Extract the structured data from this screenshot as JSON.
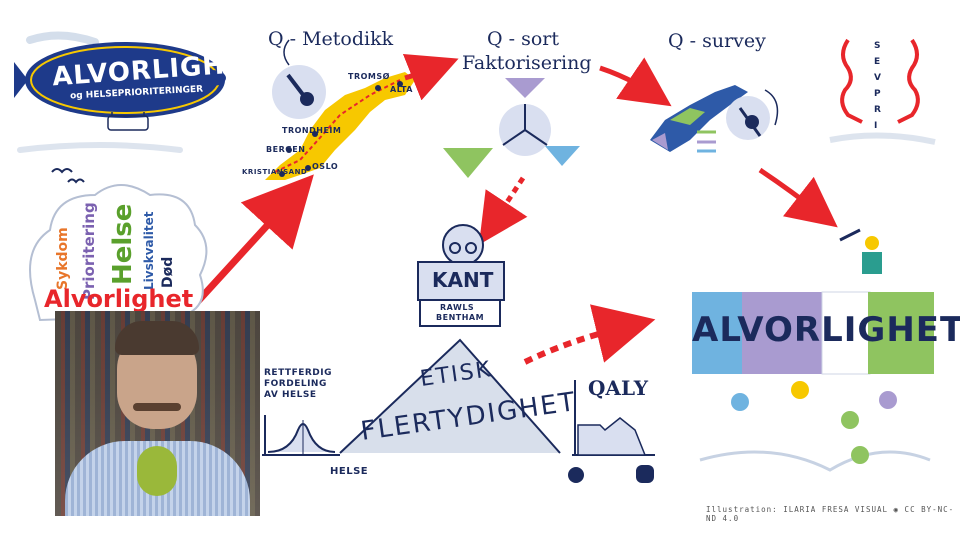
{
  "blimp": {
    "title": "ALVORLIGHET",
    "subtitle": "og HELSEPRIORITERINGER"
  },
  "q_metodikk": {
    "title": "Q - Metodikk",
    "cities": [
      "TROMSØ",
      "ALTA",
      "TRONDHEIM",
      "BERGEN",
      "KRISTIANSAND",
      "OSLO"
    ]
  },
  "q_sort": {
    "title_line1": "Q - sort",
    "title_line2": "Faktorisering"
  },
  "q_survey": {
    "title": "Q - survey"
  },
  "sevpri": {
    "label": "SEVPRI"
  },
  "cloud": {
    "words": [
      "Sykdom",
      "Prioritering",
      "Helse",
      "Livskvalitet",
      "Død",
      "Alvorlighet"
    ]
  },
  "kant": {
    "top": "KANT",
    "bottom1": "RAWLS",
    "bottom2": "BENTHAM"
  },
  "pyramid": {
    "line1": "ETISK",
    "line2": "FLERTYDIGHET"
  },
  "rettferdig": {
    "label": "RETTFERDIG FORDELING AV HELSE",
    "axis": "HELSE"
  },
  "qaly": {
    "label": "QALY"
  },
  "banner": {
    "text": "ALVORLIGHET",
    "colors": [
      "#6fb3e0",
      "#a99bd0",
      "#ffffff",
      "#8fc460"
    ]
  },
  "credit": {
    "text": "Illustration: ILARIA FRESA VISUAL ◉ CC BY-NC-ND 4.0"
  },
  "colors": {
    "navy": "#1b2a5c",
    "red": "#e8262b",
    "yellow": "#f7c800",
    "blue": "#2e5aa8"
  }
}
